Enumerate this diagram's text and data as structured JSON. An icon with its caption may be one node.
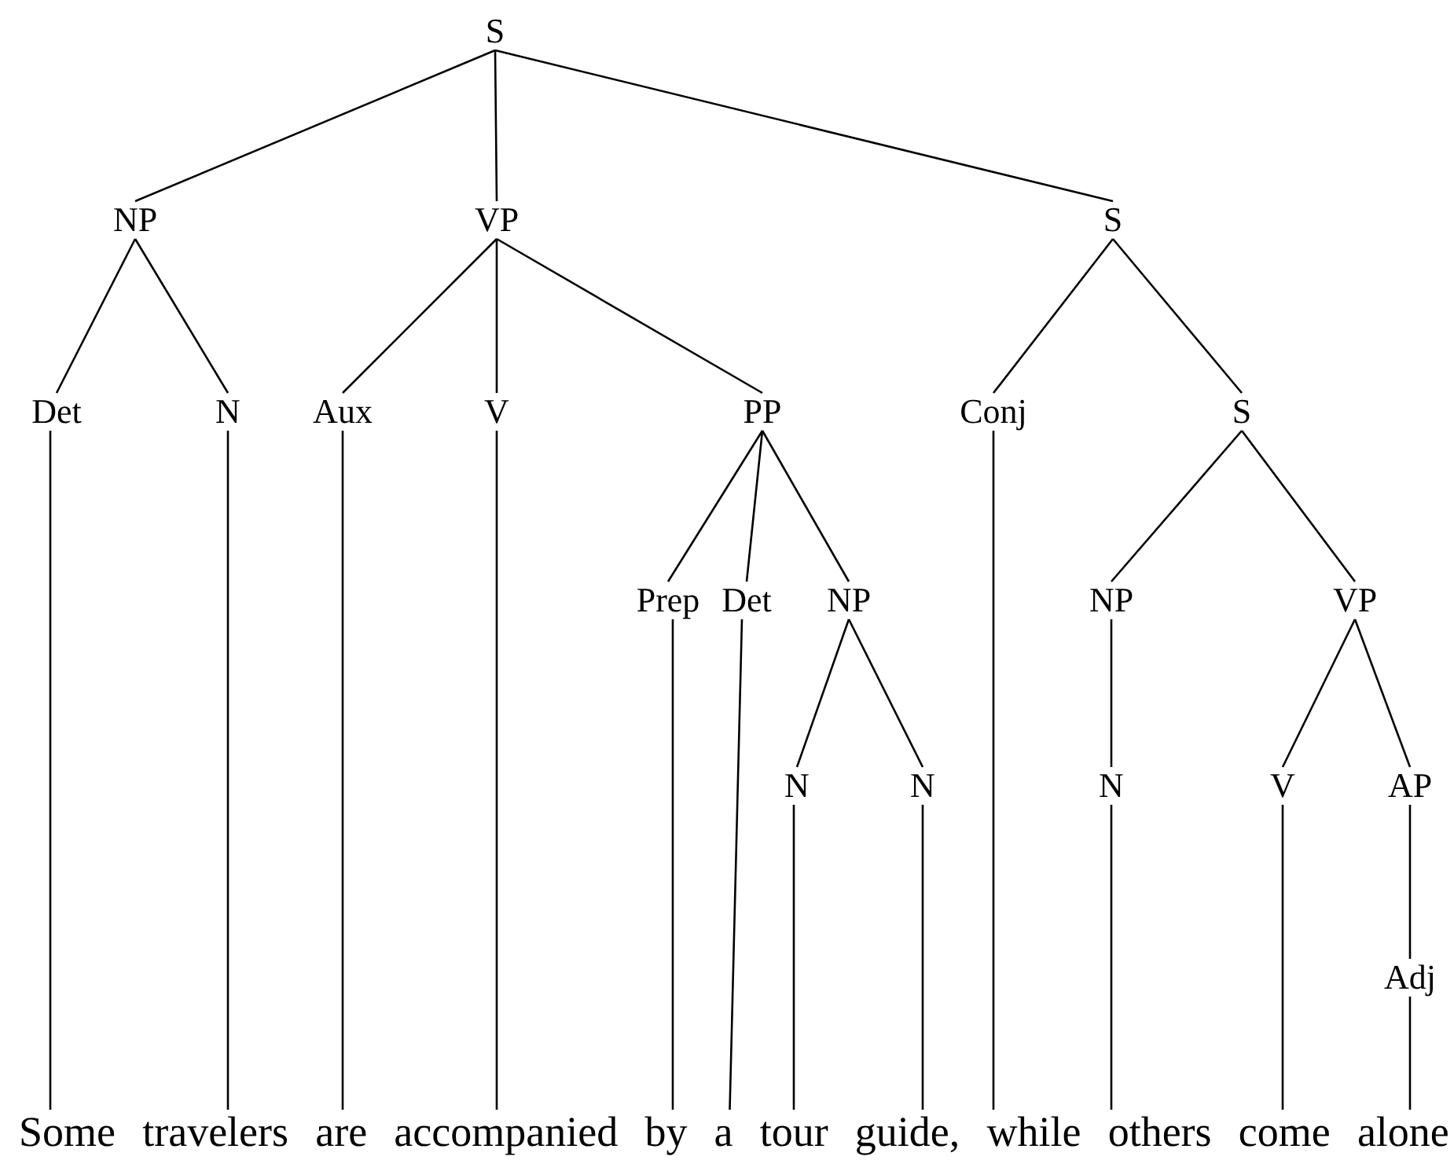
{
  "diagram": {
    "nodes": [
      {
        "text": [
          "S"
        ]
      },
      {
        "text": [
          "NP"
        ]
      },
      {
        "text": [
          "VP"
        ]
      },
      {
        "text": [
          "S"
        ]
      },
      {
        "text": [
          "Det"
        ]
      },
      {
        "text": [
          "N"
        ]
      },
      {
        "text": [
          "Aux"
        ]
      },
      {
        "text": [
          "V"
        ]
      },
      {
        "text": [
          "PP"
        ]
      },
      {
        "text": [
          "Conj"
        ]
      },
      {
        "text": [
          "S"
        ]
      },
      {
        "text": [
          "Prep"
        ]
      },
      {
        "text": [
          "Det"
        ]
      },
      {
        "text": [
          "NP"
        ]
      },
      {
        "text": [
          "NP"
        ]
      },
      {
        "text": [
          "VP"
        ]
      },
      {
        "text": [
          "N"
        ]
      },
      {
        "text": [
          "N"
        ]
      },
      {
        "text": [
          "N"
        ]
      },
      {
        "text": [
          "V"
        ]
      },
      {
        "text": [
          "AP"
        ]
      },
      {
        "text": [
          "Adj"
        ]
      },
      {
        "text": [
          "Some"
        ]
      },
      {
        "text": [
          "travelers"
        ]
      },
      {
        "text": [
          "are"
        ]
      },
      {
        "text": [
          "accompanied"
        ]
      },
      {
        "text": [
          "by"
        ]
      },
      {
        "text": [
          "a"
        ]
      },
      {
        "text": [
          "tour"
        ]
      },
      {
        "text": [
          "guide,"
        ]
      },
      {
        "text": [
          "while"
        ]
      },
      {
        "text": [
          "others"
        ]
      },
      {
        "text": [
          "come"
        ]
      },
      {
        "text": [
          "alone"
        ]
      }
    ],
    "edges": [
      {
        "from": 0,
        "to": 1,
        "arrow": "none"
      },
      {
        "from": 0,
        "to": 2,
        "arrow": "none"
      },
      {
        "from": 0,
        "to": 3,
        "arrow": "none"
      },
      {
        "from": 1,
        "to": 4,
        "arrow": "none"
      },
      {
        "from": 1,
        "to": 5,
        "arrow": "none"
      },
      {
        "from": 2,
        "to": 6,
        "arrow": "none"
      },
      {
        "from": 2,
        "to": 7,
        "arrow": "none"
      },
      {
        "from": 2,
        "to": 8,
        "arrow": "none"
      },
      {
        "from": 3,
        "to": 9,
        "arrow": "none"
      },
      {
        "from": 3,
        "to": 10,
        "arrow": "none"
      },
      {
        "from": 8,
        "to": 11,
        "arrow": "none"
      },
      {
        "from": 8,
        "to": 12,
        "arrow": "none"
      },
      {
        "from": 8,
        "to": 13,
        "arrow": "none"
      },
      {
        "from": 10,
        "to": 14,
        "arrow": "none"
      },
      {
        "from": 10,
        "to": 15,
        "arrow": "none"
      },
      {
        "from": 13,
        "to": 16,
        "arrow": "none"
      },
      {
        "from": 13,
        "to": 17,
        "arrow": "none"
      },
      {
        "from": 14,
        "to": 18,
        "arrow": "none"
      },
      {
        "from": 15,
        "to": 19,
        "arrow": "none"
      },
      {
        "from": 15,
        "to": 20,
        "arrow": "none"
      },
      {
        "from": 20,
        "to": 21,
        "arrow": "none"
      },
      {
        "from": 4,
        "to": 22,
        "arrow": "none"
      },
      {
        "from": 5,
        "to": 23,
        "arrow": "none"
      },
      {
        "from": 6,
        "to": 24,
        "arrow": "none"
      },
      {
        "from": 7,
        "to": 25,
        "arrow": "none"
      },
      {
        "from": 11,
        "to": 26,
        "arrow": "none"
      },
      {
        "from": 12,
        "to": 27,
        "arrow": "none"
      },
      {
        "from": 16,
        "to": 28,
        "arrow": "none"
      },
      {
        "from": 17,
        "to": 29,
        "arrow": "none"
      },
      {
        "from": 9,
        "to": 30,
        "arrow": "none"
      },
      {
        "from": 18,
        "to": 31,
        "arrow": "none"
      },
      {
        "from": 19,
        "to": 32,
        "arrow": "none"
      },
      {
        "from": 21,
        "to": 33,
        "arrow": "none"
      }
    ]
  }
}
